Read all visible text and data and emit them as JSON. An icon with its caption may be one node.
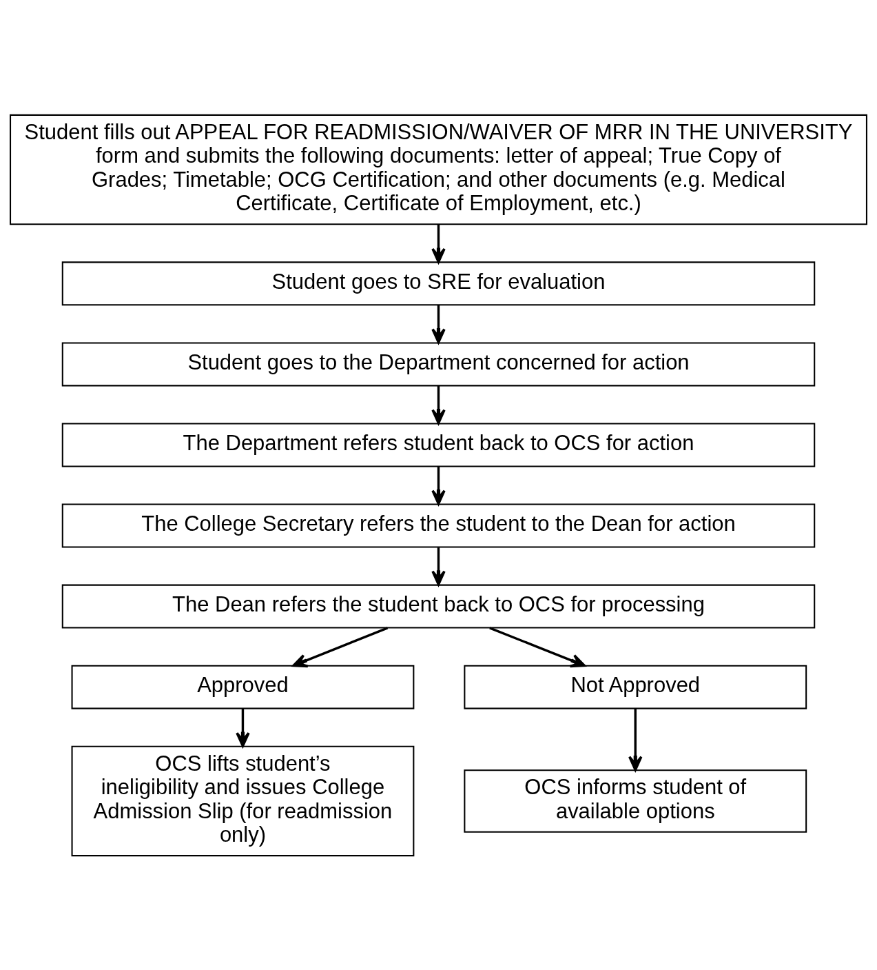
{
  "diagram": {
    "nodes": [
      {
        "text": [
          "Student fills out APPEAL FOR READMISSION/WAIVER OF MRR IN THE UNIVERSITY form and submits the following documents: letter of appeal; True Copy of Grades; Timetable; OCG Certification; and other documents (e.g. Medical Certificate, Certificate of Employment, etc.)"
        ]
      },
      {
        "text": [
          "Student goes to SRE for evaluation"
        ]
      },
      {
        "text": [
          "Student goes to the Department concerned for action"
        ]
      },
      {
        "text": [
          "The Department refers student back to OCS for action"
        ]
      },
      {
        "text": [
          "The College Secretary refers the student to the Dean for action"
        ]
      },
      {
        "text": [
          "The Dean refers the student back to OCS for processing"
        ]
      },
      {
        "text": [
          "Approved"
        ]
      },
      {
        "text": [
          "Not Approved"
        ]
      },
      {
        "text": [
          "OCS lifts student’s ineligibility and issues College Admission Slip (for readmission only)"
        ]
      },
      {
        "text": [
          "OCS informs student of available options"
        ]
      }
    ],
    "edges": [
      {
        "from": 0,
        "to": 1,
        "arrow": "to"
      },
      {
        "from": 1,
        "to": 2,
        "arrow": "to"
      },
      {
        "from": 2,
        "to": 3,
        "arrow": "to"
      },
      {
        "from": 3,
        "to": 4,
        "arrow": "to"
      },
      {
        "from": 4,
        "to": 5,
        "arrow": "to"
      },
      {
        "from": 5,
        "to": 6,
        "arrow": "to"
      },
      {
        "from": 5,
        "to": 7,
        "arrow": "to"
      },
      {
        "from": 6,
        "to": 8,
        "arrow": "to"
      },
      {
        "from": 7,
        "to": 9,
        "arrow": "to"
      }
    ]
  }
}
